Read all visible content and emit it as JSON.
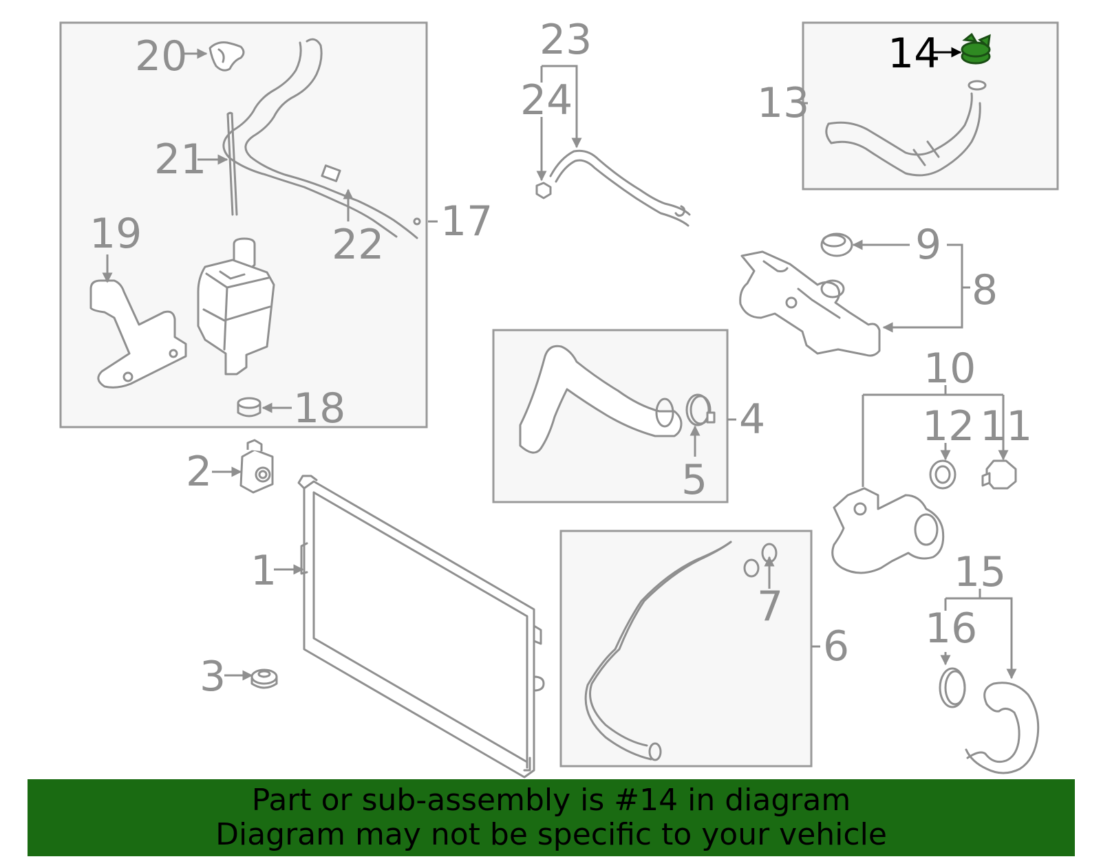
{
  "diagram": {
    "highlight_color": "#2f8a22",
    "callouts": {
      "c1": "1",
      "c2": "2",
      "c3": "3",
      "c4": "4",
      "c5": "5",
      "c6": "6",
      "c7": "7",
      "c8": "8",
      "c9": "9",
      "c10": "10",
      "c11": "11",
      "c12": "12",
      "c13": "13",
      "c14": "14",
      "c15": "15",
      "c16": "16",
      "c17": "17",
      "c18": "18",
      "c19": "19",
      "c20": "20",
      "c21": "21",
      "c22": "22",
      "c23": "23",
      "c24": "24"
    },
    "highlighted_callout": "14"
  },
  "banner": {
    "line1": "Part or sub-assembly is #14 in diagram",
    "line2": "Diagram may not be specific to your vehicle",
    "background": "#1a6b12"
  }
}
